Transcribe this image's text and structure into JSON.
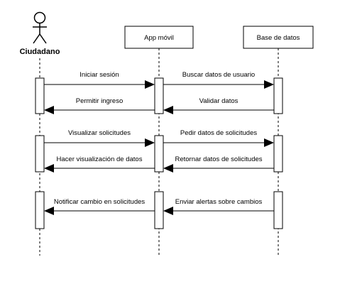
{
  "diagram": {
    "actor": {
      "name": "Ciudadano",
      "icon": "stick-figure-icon"
    },
    "participants": {
      "app": "App móvil",
      "db": "Base de datos"
    },
    "messages": [
      "Iniciar sesión",
      "Buscar datos de usuario",
      "Permitir ingreso",
      "Validar datos",
      "Visualizar solicitudes",
      "Pedir datos de solicitudes",
      "Hacer visualización de datos",
      "Retornar datos de solicitudes",
      "Notificar cambio en solicitudes",
      "Enviar alertas sobre cambios"
    ]
  }
}
